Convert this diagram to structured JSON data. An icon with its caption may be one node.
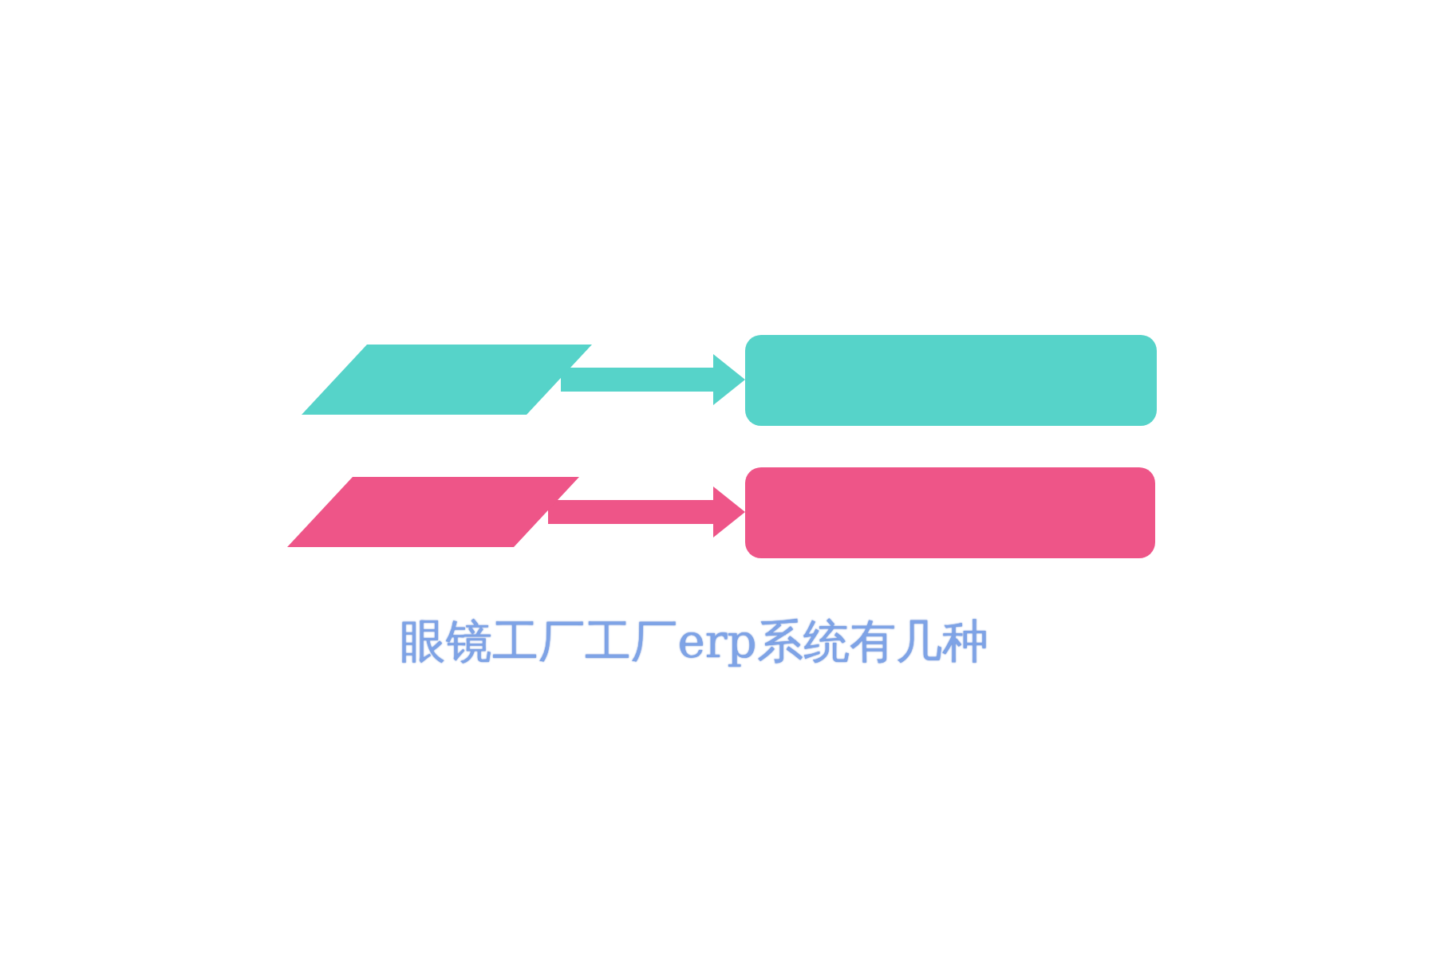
{
  "diagram": {
    "title": "眼镜工厂工厂erp系统有几种",
    "nodes": [
      {
        "text": [],
        "shape": "parallelogram"
      },
      {
        "text": [],
        "shape": "box"
      },
      {
        "text": [],
        "shape": "parallelogram"
      },
      {
        "text": [],
        "shape": "box"
      }
    ],
    "edges": [
      {
        "from": 0,
        "to": 1,
        "arrow": "to",
        "color": "#56d3c9"
      },
      {
        "from": 2,
        "to": 3,
        "arrow": "to",
        "color": "#ee5588"
      }
    ]
  }
}
